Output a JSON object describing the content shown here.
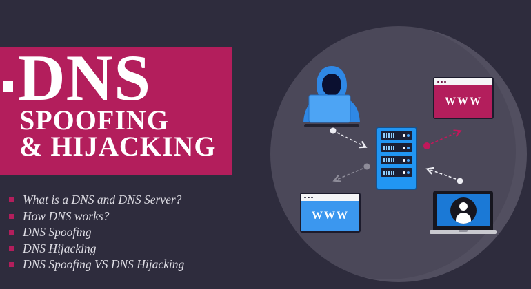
{
  "header": {
    "title": "DNS",
    "subtitle_line1": "SPOOFING",
    "subtitle_line2": "& HIJACKING",
    "banner_color": "#b31e5c"
  },
  "topics": {
    "items": [
      "What is a DNS and DNS Server?",
      "How DNS works?",
      "DNS Spoofing",
      "DNS Hijacking",
      "DNS Spoofing VS DNS Hijacking"
    ],
    "bullet_color": "#b31e5c"
  },
  "illustration": {
    "top_right_window": {
      "label": "WWW",
      "color": "#b31e5c"
    },
    "bottom_left_window": {
      "label": "WWW",
      "color": "#3b97ef"
    },
    "icons": [
      "hacker-icon",
      "dns-server-icon",
      "browser-window-icon",
      "user-laptop-icon"
    ],
    "arrows": [
      {
        "name": "hacker-to-server",
        "color": "#ececf2"
      },
      {
        "name": "server-to-spoofed-site",
        "color": "#c2185b"
      },
      {
        "name": "server-to-real-site",
        "color": "#8e8c99"
      },
      {
        "name": "user-to-server",
        "color": "#ececf2"
      }
    ]
  },
  "colors": {
    "background": "#2e2c3d",
    "circle": "#4b4859",
    "accent_pink": "#b31e5c",
    "blue": "#2f88e5",
    "text_light": "#dddce3"
  }
}
